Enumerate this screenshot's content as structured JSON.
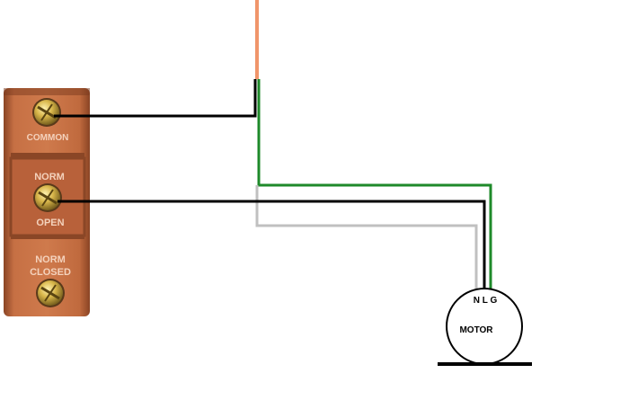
{
  "switch": {
    "label_common": "COMMON",
    "label_norm_open_1": "NORM",
    "label_norm_open_2": "OPEN",
    "label_norm_closed_1": "NORM",
    "label_norm_closed_2": "CLOSED"
  },
  "motor": {
    "label": "MOTOR",
    "terminals": "N L G"
  },
  "wire_colors": {
    "supply": "#f0956a",
    "black": "#000000",
    "green": "#1e8a2a",
    "gray": "#c0c0c0"
  },
  "colors": {
    "switch_body": "#c46a3e",
    "switch_label": "#f4d2bc",
    "screw": "#d4b44a"
  }
}
